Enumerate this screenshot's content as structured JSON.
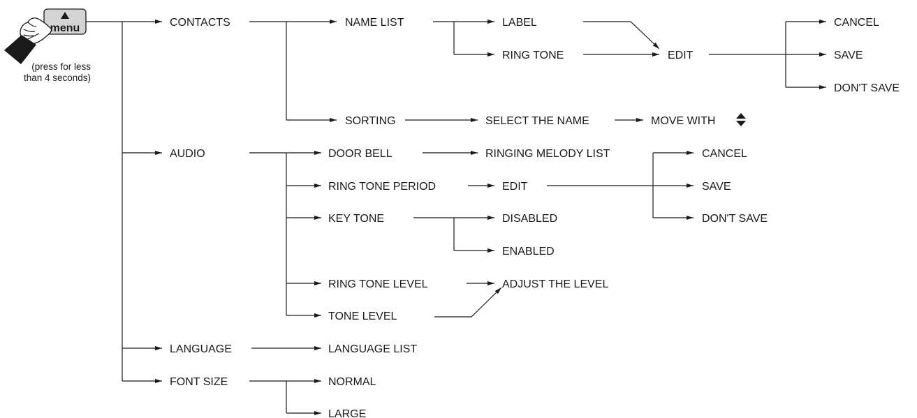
{
  "menu_button": {
    "label": "menu"
  },
  "menu_note": {
    "line1": "(press for less",
    "line2": "than 4 seconds)"
  },
  "level1": {
    "contacts": "CONTACTS",
    "audio": "AUDIO",
    "language": "LANGUAGE",
    "font_size": "FONT SIZE"
  },
  "contacts": {
    "name_list": "NAME LIST",
    "label": "LABEL",
    "ring_tone": "RING TONE",
    "edit": "EDIT",
    "cancel": "CANCEL",
    "save": "SAVE",
    "dont_save": "DON'T SAVE",
    "sorting": "SORTING",
    "select_the_name": "SELECT THE NAME",
    "move_with": "MOVE WITH"
  },
  "audio": {
    "door_bell": "DOOR BELL",
    "ringing_melody_list": "RINGING MELODY LIST",
    "ring_tone_period": "RING TONE PERIOD",
    "edit": "EDIT",
    "cancel": "CANCEL",
    "save": "SAVE",
    "dont_save": "DON'T SAVE",
    "key_tone": "KEY TONE",
    "disabled": "DISABLED",
    "enabled": "ENABLED",
    "ring_tone_level": "RING TONE LEVEL",
    "adjust_the_level": "ADJUST THE LEVEL",
    "tone_level": "TONE LEVEL"
  },
  "language": {
    "language_list": "LANGUAGE LIST"
  },
  "font_size": {
    "normal": "NORMAL",
    "large": "LARGE"
  },
  "icons": {
    "menu_up": "triangle-up",
    "hand": "pointing-hand",
    "move": "up-down-arrows"
  }
}
